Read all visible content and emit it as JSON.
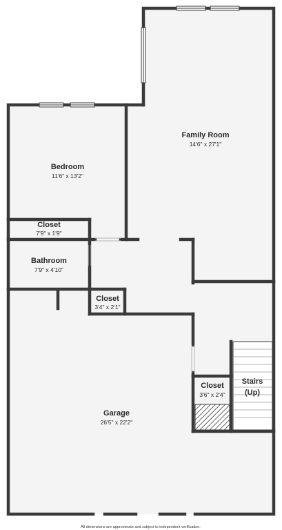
{
  "colors": {
    "wall": "#3a3a3a",
    "floor": "#f4f4f4",
    "window": "#ffffff",
    "text": "#2b2b2b"
  },
  "rooms": {
    "family_room": {
      "name": "Family Room",
      "dims": "14'6\" x 27'1\""
    },
    "bedroom": {
      "name": "Bedroom",
      "dims": "11'6\" x 13'2\""
    },
    "bedroom_closet": {
      "name": "Closet",
      "dims": "7'9\" x 1'9\""
    },
    "bathroom": {
      "name": "Bathroom",
      "dims": "7'9\" x 4'10\""
    },
    "hall_closet": {
      "name": "Closet",
      "dims": "3'4\" x 2'1\""
    },
    "garage": {
      "name": "Garage",
      "dims": "26'5\" x 22'2\""
    },
    "garage_closet": {
      "name": "Closet",
      "dims": "3'6\" x 2'4\""
    },
    "stairs": {
      "name_line1": "Stairs",
      "name_line2": "(Up)"
    }
  },
  "footer": {
    "disclaimer": "All dimensions are approximate and subject to independent verification."
  }
}
